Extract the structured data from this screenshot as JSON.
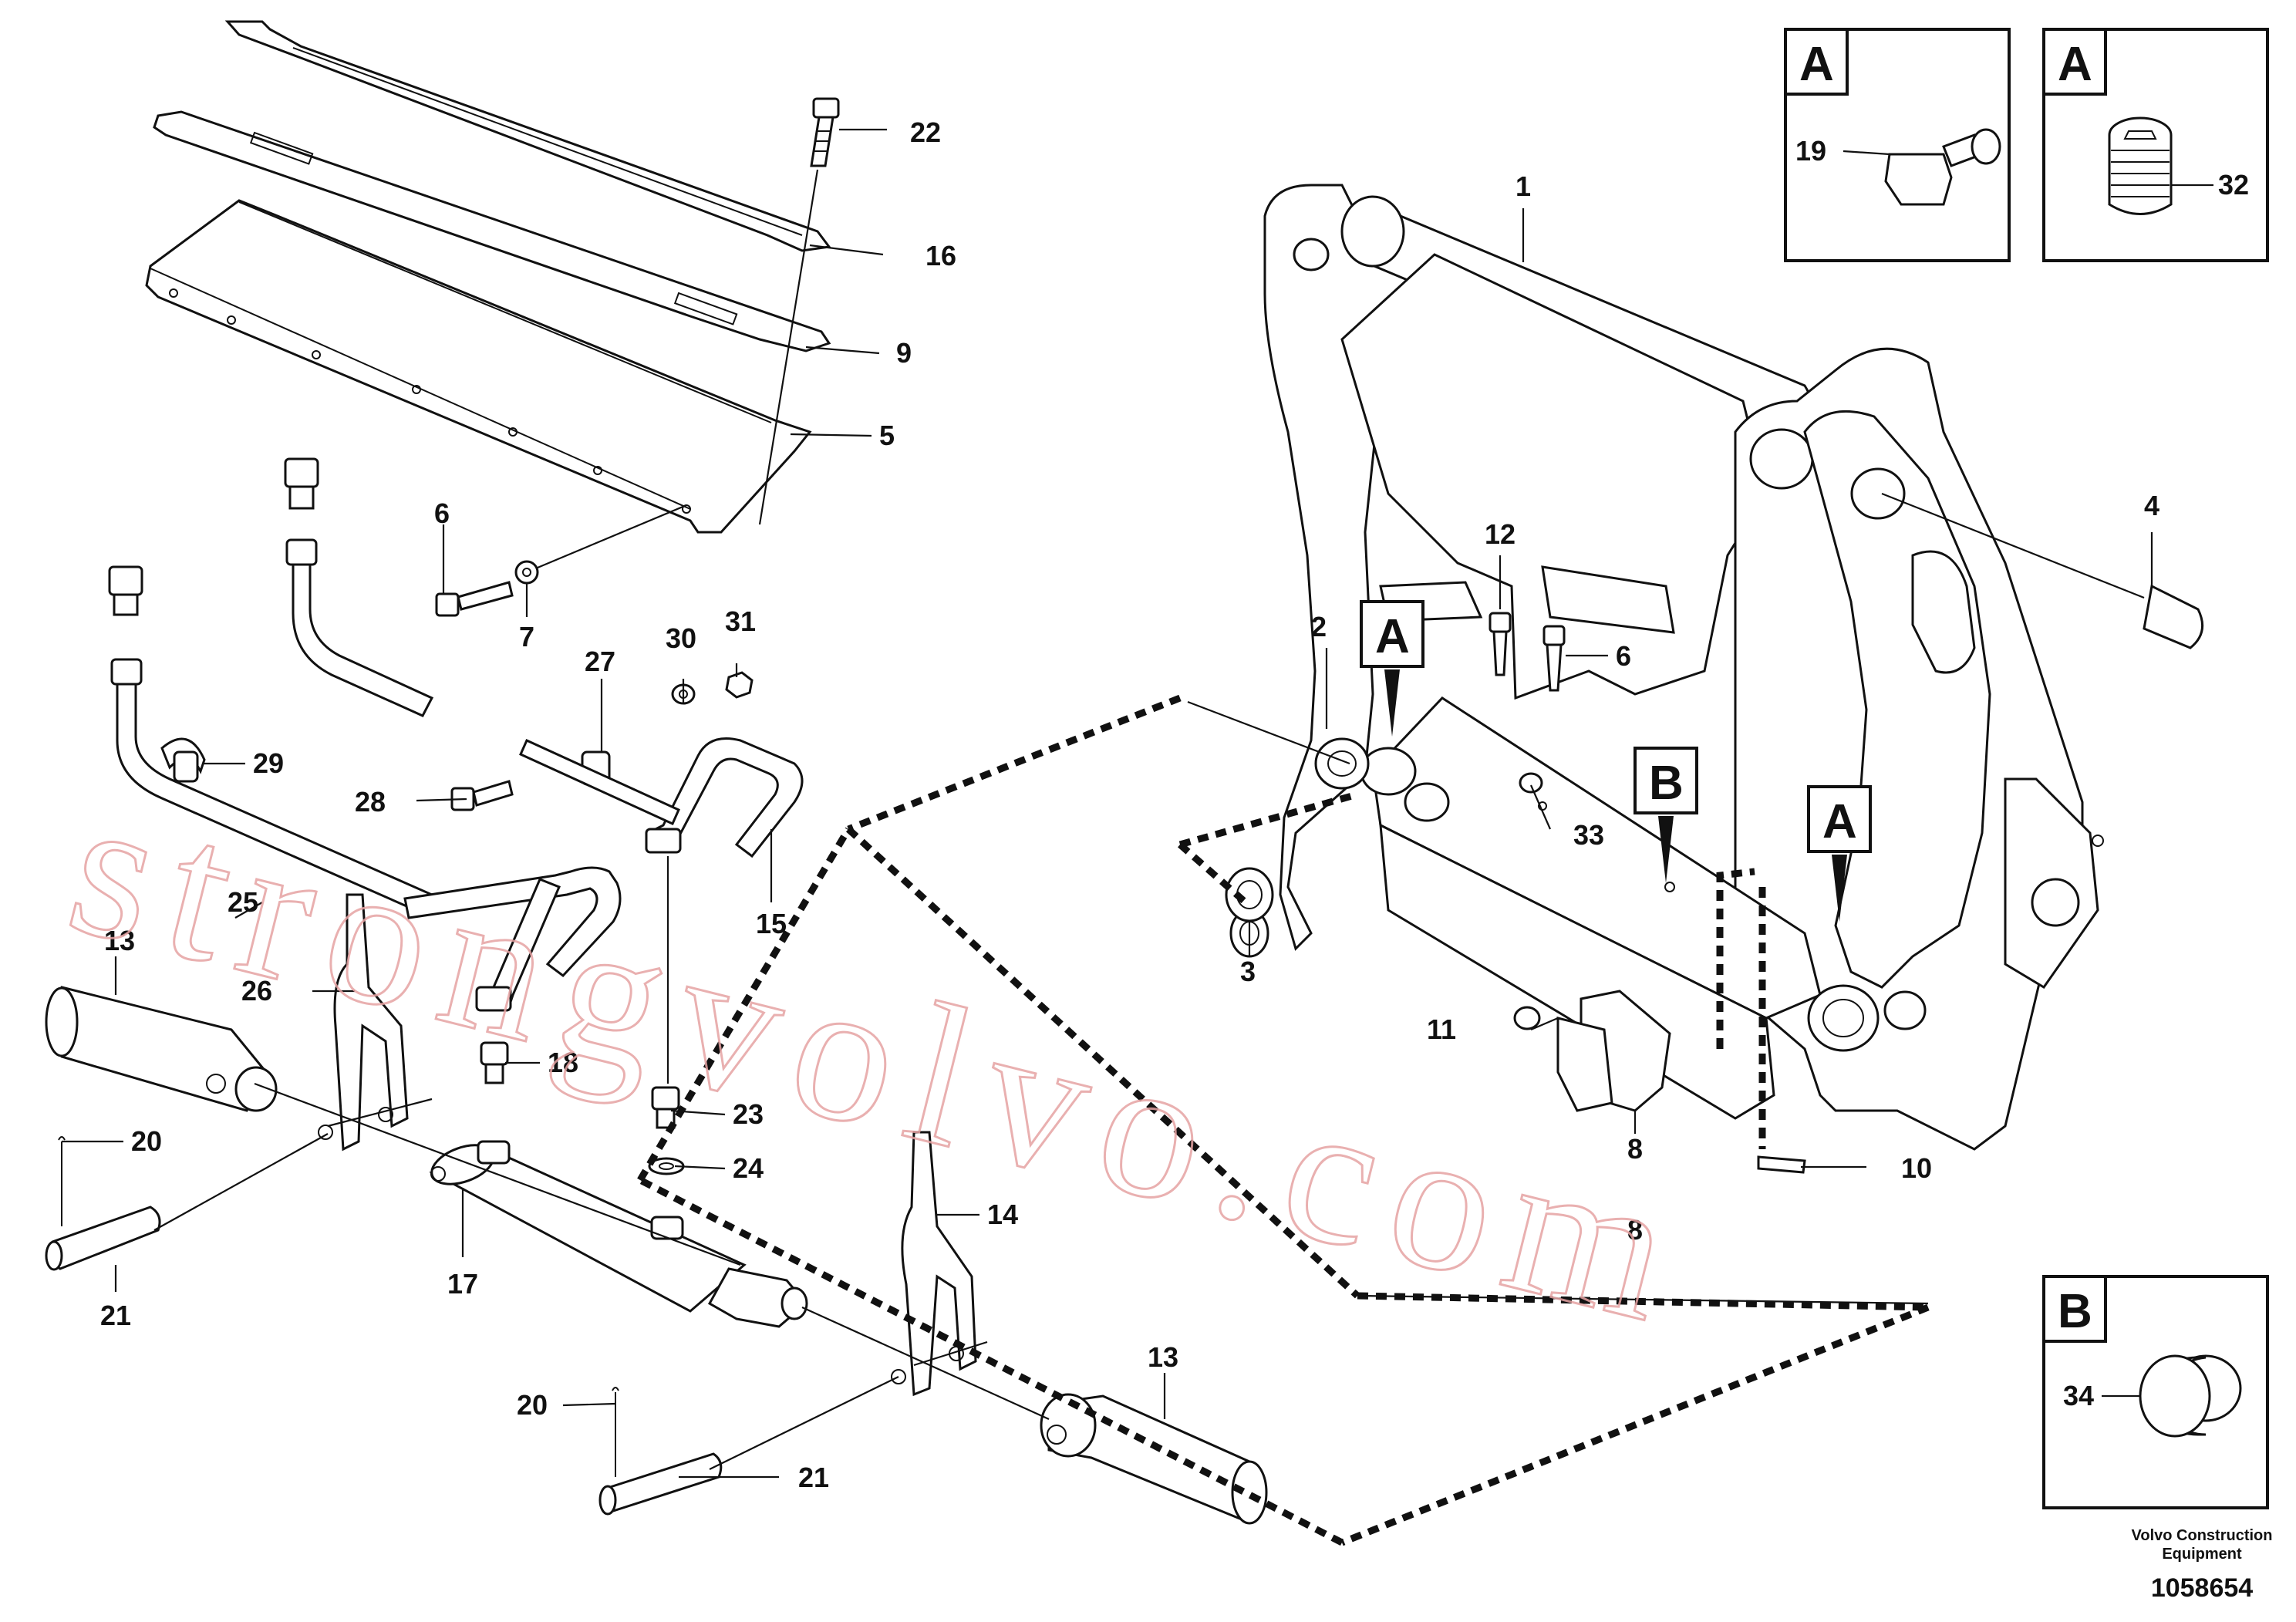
{
  "callouts": {
    "c1": "1",
    "c2": "2",
    "c3": "3",
    "c4": "4",
    "c5": "5",
    "c6a": "6",
    "c6b": "6",
    "c7": "7",
    "c8a": "8",
    "c8b": "8",
    "c9": "9",
    "c10": "10",
    "c11": "11",
    "c12": "12",
    "c13a": "13",
    "c13b": "13",
    "c14": "14",
    "c15": "15",
    "c16": "16",
    "c17": "17",
    "c18": "18",
    "c19": "19",
    "c20a": "20",
    "c20b": "20",
    "c21a": "21",
    "c21b": "21",
    "c22": "22",
    "c23": "23",
    "c24": "24",
    "c25": "25",
    "c26": "26",
    "c27": "27",
    "c28": "28",
    "c29": "29",
    "c30": "30",
    "c31": "31",
    "c32": "32",
    "c33": "33",
    "c34": "34"
  },
  "detail_markers": {
    "m1": "A",
    "m2": "A",
    "m3": "B"
  },
  "detail_boxes": {
    "box_a1_letter": "A",
    "box_a2_letter": "A",
    "box_b_letter": "B"
  },
  "footer": {
    "brand_line1": "Volvo Construction",
    "brand_line2": "Equipment",
    "drawing_number": "1058654"
  },
  "watermark": "strongvolvo.com"
}
